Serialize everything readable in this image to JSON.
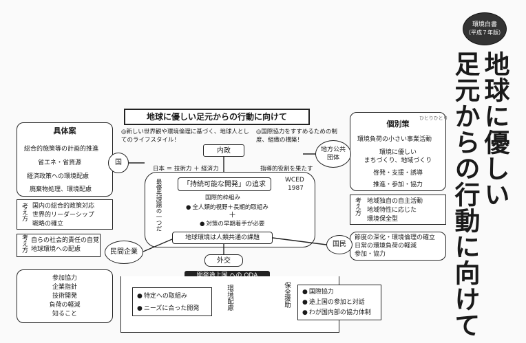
{
  "badge": {
    "line1": "環境白書",
    "line2": "（平成７年版）"
  },
  "vertical_title": [
    "地球に優しい",
    "足元からの行動に向けて"
  ],
  "center_title": "地球に優しい足元からの行動に向けて",
  "left_top": {
    "heading": "具体案",
    "items": [
      "総合的施策等の計画的推進",
      "省エネ・省資源",
      "経済政策への環境配慮",
      "廃棄物処理、環境配慮"
    ],
    "side_label": "考え方",
    "side_items": [
      "国内の総合的政策対応",
      "世界的リーダーシップ",
      "戦略の確立"
    ]
  },
  "right_top": {
    "heading": "個別策",
    "badge": "ひとりひとり",
    "items": [
      "環境負荷の小さい事業活動",
      "環境に優しい",
      "まちづくり、地域づくり",
      "啓発・支援・誘導",
      "推進・参加・協力"
    ],
    "side_label": "考え方",
    "side_items": [
      "地域独自の自主活動",
      "地域特性に応じた",
      "環境保全型"
    ]
  },
  "left_bottom": {
    "side_label": "考え方",
    "side_items": [
      "自らの社会的責任の自覚",
      "地球環境への配慮"
    ],
    "items": [
      "参加協力",
      "企業指針",
      "技術開発",
      "負荷の軽減",
      "知ること"
    ]
  },
  "right_bottom": {
    "items": [
      "節度の深化・環境倫理の確立",
      "日常の環境負荷の軽減",
      "参加・協力"
    ]
  },
  "actors": {
    "kuni": "国",
    "chiho": "地方公共団体",
    "minkan": "民間企業",
    "kokumin": "国民"
  },
  "center": {
    "note_left": "◎新しい世界観や環境倫理に基づく、地球人としてのライフスタイル！",
    "note_right": "◎国際協力をすすめるための制度、組織の構築！",
    "naisei": "内政",
    "japan_eq": "日本 ＝ 技術力 ＋ 経済力",
    "leader": "指導的役割を果たす",
    "vertical": "最優先課題の一つだ",
    "pursuit": "「持続可能な開発」の追求",
    "wced": "WCED",
    "year": "1987",
    "framework": "国際的枠組み",
    "b1": "全人類的視野＋長期的取組み",
    "plus": "＋",
    "b2": "対策の早期着手が必要",
    "common": "地球環境は人類共通の課題",
    "gaiko": "外交"
  },
  "bottom": {
    "bar": "開発途上国 への ODA",
    "left_items": [
      "特定への取組み",
      "ニーズに合った開発"
    ],
    "mid1": "環境配慮",
    "mid2": "保全援助",
    "right_items": [
      "国際協力",
      "途上国の参加と対話",
      "わが国内部の協力体制"
    ]
  }
}
